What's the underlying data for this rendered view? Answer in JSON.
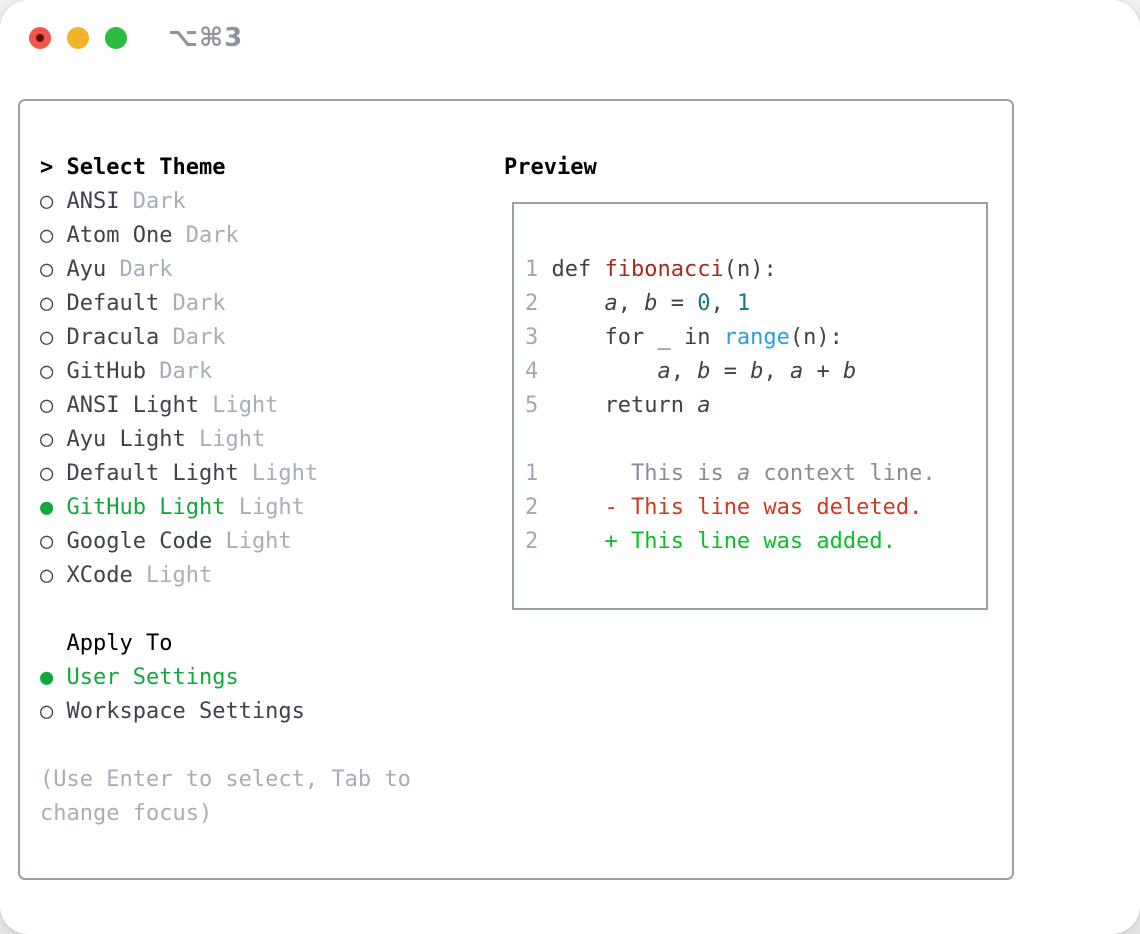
{
  "window": {
    "titlebar": {
      "shortcut": "⌥⌘3"
    }
  },
  "theme_picker": {
    "header_prefix": "> ",
    "header": "Select Theme",
    "items": [
      {
        "bullet": "○ ",
        "name": "ANSI",
        "suffix": " Dark",
        "selected": false
      },
      {
        "bullet": "○ ",
        "name": "Atom One",
        "suffix": " Dark",
        "selected": false
      },
      {
        "bullet": "○ ",
        "name": "Ayu",
        "suffix": " Dark",
        "selected": false
      },
      {
        "bullet": "○ ",
        "name": "Default",
        "suffix": " Dark",
        "selected": false
      },
      {
        "bullet": "○ ",
        "name": "Dracula",
        "suffix": " Dark",
        "selected": false
      },
      {
        "bullet": "○ ",
        "name": "GitHub",
        "suffix": " Dark",
        "selected": false
      },
      {
        "bullet": "○ ",
        "name": "ANSI Light",
        "suffix": " Light",
        "selected": false
      },
      {
        "bullet": "○ ",
        "name": "Ayu Light",
        "suffix": " Light",
        "selected": false
      },
      {
        "bullet": "○ ",
        "name": "Default Light",
        "suffix": " Light",
        "selected": false
      },
      {
        "bullet": "● ",
        "name": "GitHub Light",
        "suffix": " Light",
        "selected": true
      },
      {
        "bullet": "○ ",
        "name": "Google Code",
        "suffix": " Light",
        "selected": false
      },
      {
        "bullet": "○ ",
        "name": "XCode",
        "suffix": " Light",
        "selected": false
      }
    ]
  },
  "apply_to": {
    "header": "  Apply To",
    "options": [
      {
        "bullet": "● ",
        "label": "User Settings",
        "selected": true
      },
      {
        "bullet": "○ ",
        "label": "Workspace Settings",
        "selected": false
      }
    ]
  },
  "hint": {
    "line1": "(Use Enter to select, Tab to",
    "line2": "change focus)"
  },
  "preview": {
    "header": "Preview",
    "code_lines": [
      [
        {
          "t": "1",
          "s": "num"
        },
        {
          "t": " def ",
          "s": "code"
        },
        {
          "t": "fibonacci",
          "s": "func"
        },
        {
          "t": "(n):",
          "s": "code"
        }
      ],
      [
        {
          "t": "2",
          "s": "num"
        },
        {
          "t": "     ",
          "s": "code"
        },
        {
          "t": "a",
          "s": "var"
        },
        {
          "t": ", ",
          "s": "code"
        },
        {
          "t": "b",
          "s": "var"
        },
        {
          "t": " = ",
          "s": "code"
        },
        {
          "t": "0",
          "s": "lit"
        },
        {
          "t": ", ",
          "s": "code"
        },
        {
          "t": "1",
          "s": "lit"
        }
      ],
      [
        {
          "t": "3",
          "s": "num"
        },
        {
          "t": "     for _ in ",
          "s": "code"
        },
        {
          "t": "range",
          "s": "call"
        },
        {
          "t": "(n):",
          "s": "code"
        }
      ],
      [
        {
          "t": "4",
          "s": "num"
        },
        {
          "t": "         ",
          "s": "code"
        },
        {
          "t": "a",
          "s": "var"
        },
        {
          "t": ", ",
          "s": "code"
        },
        {
          "t": "b",
          "s": "var"
        },
        {
          "t": " = ",
          "s": "code"
        },
        {
          "t": "b",
          "s": "var"
        },
        {
          "t": ", ",
          "s": "code"
        },
        {
          "t": "a",
          "s": "var"
        },
        {
          "t": " + ",
          "s": "code"
        },
        {
          "t": "b",
          "s": "var"
        }
      ],
      [
        {
          "t": "5",
          "s": "num"
        },
        {
          "t": "     return ",
          "s": "code"
        },
        {
          "t": "a",
          "s": "var"
        }
      ],
      [],
      [
        {
          "t": "1",
          "s": "num"
        },
        {
          "t": "       ",
          "s": "ctx"
        },
        {
          "t": "This is ",
          "s": "ctx"
        },
        {
          "t": "a",
          "s": "ctxi"
        },
        {
          "t": " context line.",
          "s": "ctx"
        }
      ],
      [
        {
          "t": "2",
          "s": "num"
        },
        {
          "t": "     ",
          "s": "code"
        },
        {
          "t": "- This line was deleted.",
          "s": "del"
        }
      ],
      [
        {
          "t": "2",
          "s": "num"
        },
        {
          "t": "     ",
          "s": "code"
        },
        {
          "t": "+ This line was added.",
          "s": "add"
        }
      ]
    ]
  },
  "colors": {
    "selected_green": "#13a73f",
    "added_green": "#0abf27",
    "deleted_red": "#cd3a24",
    "function_red": "#a92a1d",
    "literal_teal": "#0f7a7e",
    "call_blue": "#2b9fd9",
    "muted_gray": "#a6aeb9",
    "border_gray": "#98a1ac"
  }
}
